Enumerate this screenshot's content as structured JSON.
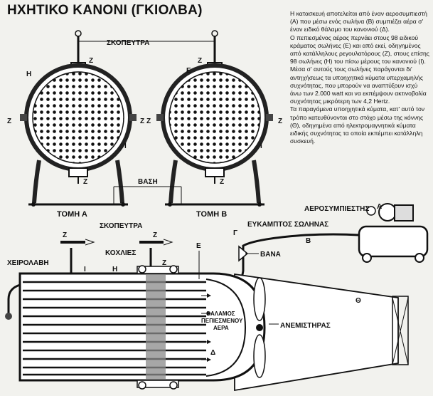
{
  "title": "ΗΧΗΤΙΚΟ ΚΑΝΟΝΙ (ΓΚΙΟΛΒΑ)",
  "description": [
    "Η κατασκευή αποτελείται από έναν αεροσυμπιεστή (Α) που μέσω ενός σωλήνα (Β) συμπιέζει αέρα σ' έναν ειδικό θάλαμο του κανονιού (Δ).",
    "Ο πεπιεσμένος αέρας περνάει στους 98 ειδικού κράματος σωλήνες (Ε) και από εκεί, οδηγημένος από κατάλληλους ρεγουλατόρους (Ζ), στους επίσης 98 σωλήνες (Η) του πίσω μέρους του κανονιού (Ι).",
    "Μέσα σ' αυτούς τους σωλήνες παράγονται δι' αντηχήσεως τα υποηχητικά κύματα υπερχαμηλής συχνότητας, που μπορούν να αναπτύξουν ισχύ άνω των 2.000 watt και να εκπέμψουν ακτινοβολία συχνότητας μικρότερη των 4,2 Hertz.",
    "Τα παραγόμενα υποηχητικά κύματα, κατ' αυτό τον τρόπο κατευθύνονται στο στόχο μέσω της κόννης (Θ), οδηγημένα από ηλεκτρομαγνητικά κύματα ειδικής συχνότητας τα οποία εκπέμπει κατάλληλη συσκευή."
  ],
  "labels": {
    "skopeutra": "ΣΚΟΠΕΥΤΡΑ",
    "vasi": "ΒΑΣΗ",
    "tomi_a": "ΤΟΜΗ Α",
    "tomi_b": "ΤΟΜΗ Β",
    "aerosympiestis": "ΑΕΡΟΣΥΜΠΙΕΣΤΗΣ",
    "efkamptos": "ΕΥΚΑΜΠΤΟΣ ΣΩΛΗΝΑΣ",
    "vana": "ΒΑΝΑ",
    "koxlies": "ΚΟΧΛΙΕΣ",
    "xeirolavi": "ΧΕΙΡΟΛΑΒΗ",
    "thalamos_1": "ΘΑΛΑΜΟΣ",
    "thalamos_2": "ΠΕΠΙΕΣΜΕΝΟΥ",
    "thalamos_3": "ΑΕΡΑ",
    "anemistiras": "ΑΝΕΜΙΣΤΗΡΑΣ"
  },
  "letters": {
    "A": "Α",
    "B": "Β",
    "G": "Γ",
    "D": "Δ",
    "E": "Ε",
    "Z": "Ζ",
    "H": "Η",
    "TH": "Θ",
    "I": "Ι"
  }
}
